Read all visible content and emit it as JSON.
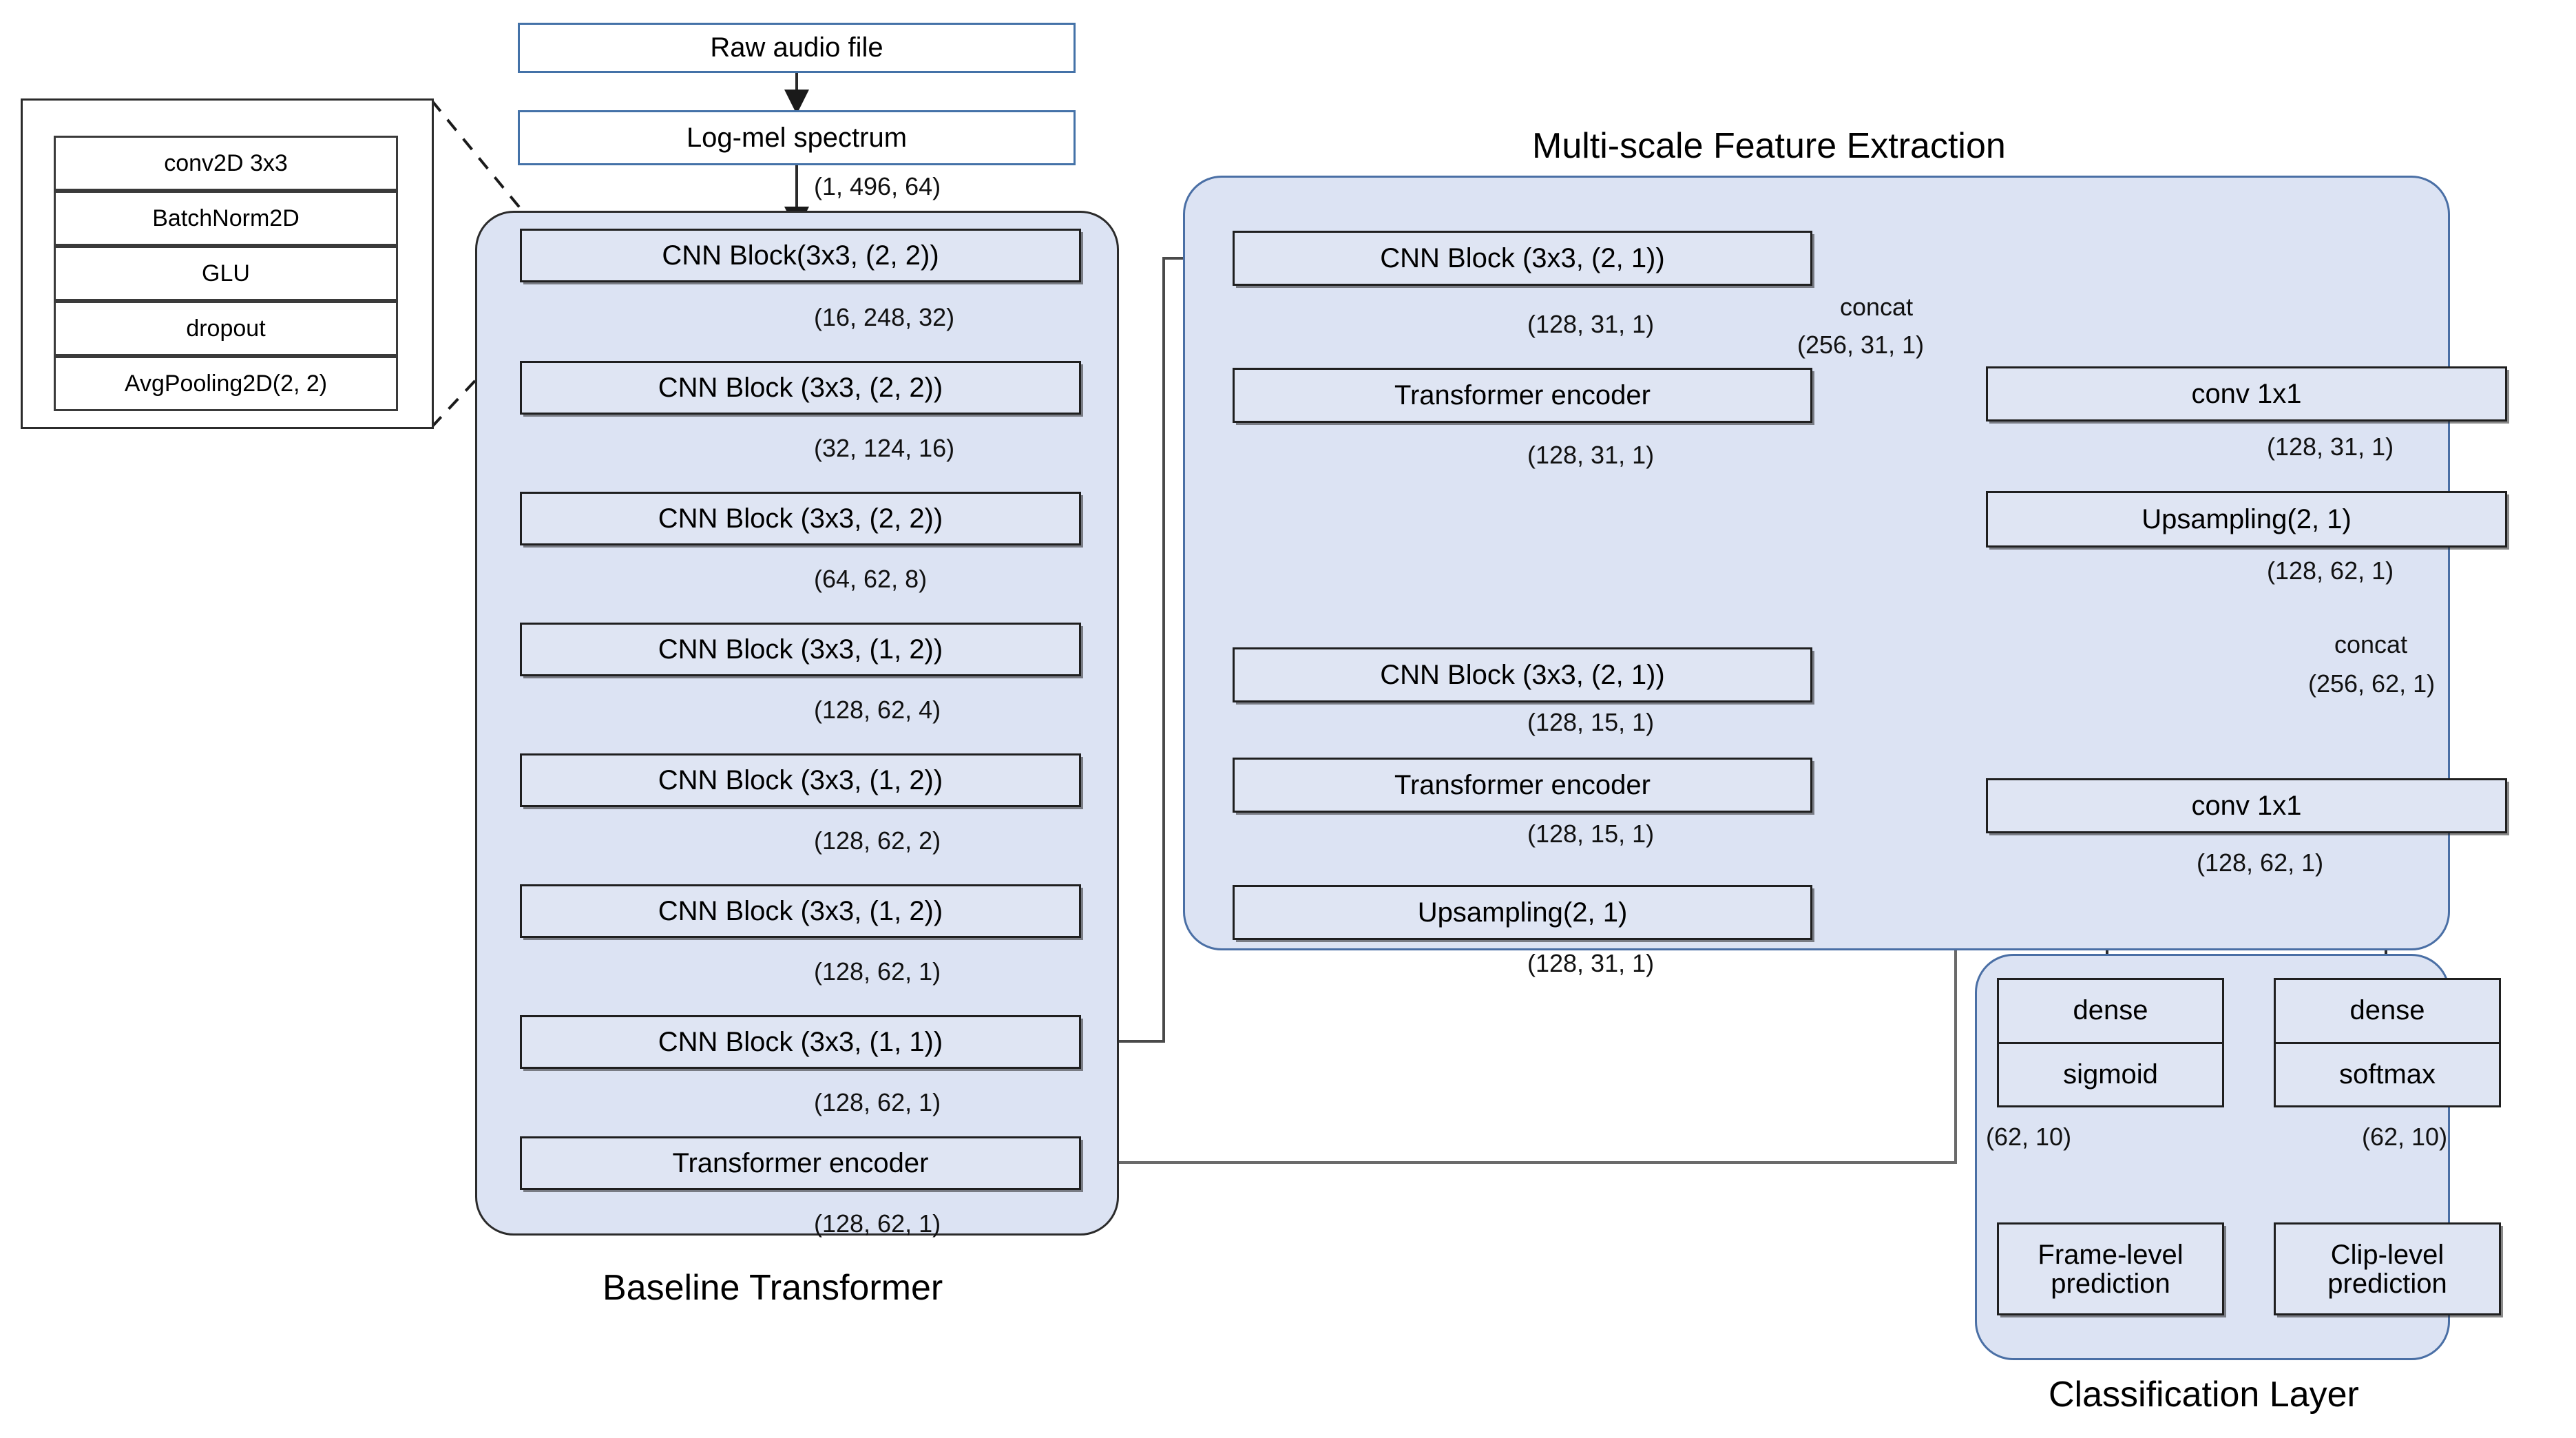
{
  "diagram": {
    "title": "Audio tagging / sound event detection network architecture",
    "colors": {
      "panel_fill": "#dce3f3",
      "panel_border": "#4a6fa5",
      "block_fill": "#dfe5f3",
      "block_border": "#1f1f1f",
      "input_border": "#4472a8",
      "arrow": "#1a1a1a"
    }
  },
  "legend": {
    "name": "CNN Block internals",
    "rows": [
      "conv2D 3x3",
      "BatchNorm2D",
      "GLU",
      "dropout",
      "AvgPooling2D(2, 2)"
    ]
  },
  "input_chain": {
    "boxes": [
      "Raw audio file",
      "Log-mel spectrum"
    ],
    "output_shape": "(1, 496, 64)"
  },
  "baseline": {
    "group_label": "Baseline Transformer",
    "blocks": [
      {
        "label": "CNN Block(3x3, (2, 2))",
        "out": "(16, 248, 32)"
      },
      {
        "label": "CNN Block (3x3, (2, 2))",
        "out": "(32, 124, 16)"
      },
      {
        "label": "CNN Block (3x3, (2, 2))",
        "out": "(64, 62, 8)"
      },
      {
        "label": "CNN Block (3x3, (1, 2))",
        "out": "(128, 62, 4)"
      },
      {
        "label": "CNN Block (3x3, (1, 2))",
        "out": "(128, 62, 2)"
      },
      {
        "label": "CNN Block (3x3, (1, 2))",
        "out": "(128, 62, 1)"
      },
      {
        "label": "CNN Block (3x3, (1, 1))",
        "out": "(128, 62, 1)"
      },
      {
        "label": "Transformer encoder",
        "out": "(128, 62, 1)"
      }
    ]
  },
  "multiscale": {
    "group_label": "Multi-scale Feature Extraction",
    "branch1": [
      {
        "label": "CNN Block (3x3, (2, 1))",
        "out": "(128, 31, 1)"
      },
      {
        "label": "Transformer encoder",
        "out": "(128, 31, 1)"
      }
    ],
    "branch2": [
      {
        "label": "CNN Block (3x3, (2, 1))",
        "out": "(128, 15, 1)"
      },
      {
        "label": "Transformer encoder",
        "out": "(128, 15, 1)"
      },
      {
        "label": "Upsampling(2, 1)",
        "out": "(128, 31, 1)"
      }
    ],
    "merge1": {
      "op": "concat",
      "shape": "(256, 31, 1)",
      "after": [
        {
          "label": "conv 1x1",
          "out": "(128, 31, 1)"
        },
        {
          "label": "Upsampling(2, 1)",
          "out": "(128, 62, 1)"
        }
      ]
    },
    "merge2": {
      "op": "concat",
      "shape": "(256, 62, 1)",
      "after": [
        {
          "label": "conv 1x1",
          "out": "(128, 62, 1)"
        }
      ]
    }
  },
  "classification": {
    "group_label": "Classification Layer",
    "heads": [
      {
        "dense": "dense",
        "activation": "sigmoid",
        "out": "(62, 10)",
        "prediction": "Frame-level\nprediction",
        "prediction_line1": "Frame-level",
        "prediction_line2": "prediction"
      },
      {
        "dense": "dense",
        "activation": "softmax",
        "out": "(62, 10)",
        "prediction": "Clip-level\nprediction",
        "prediction_line1": "Clip-level",
        "prediction_line2": "prediction"
      }
    ]
  }
}
